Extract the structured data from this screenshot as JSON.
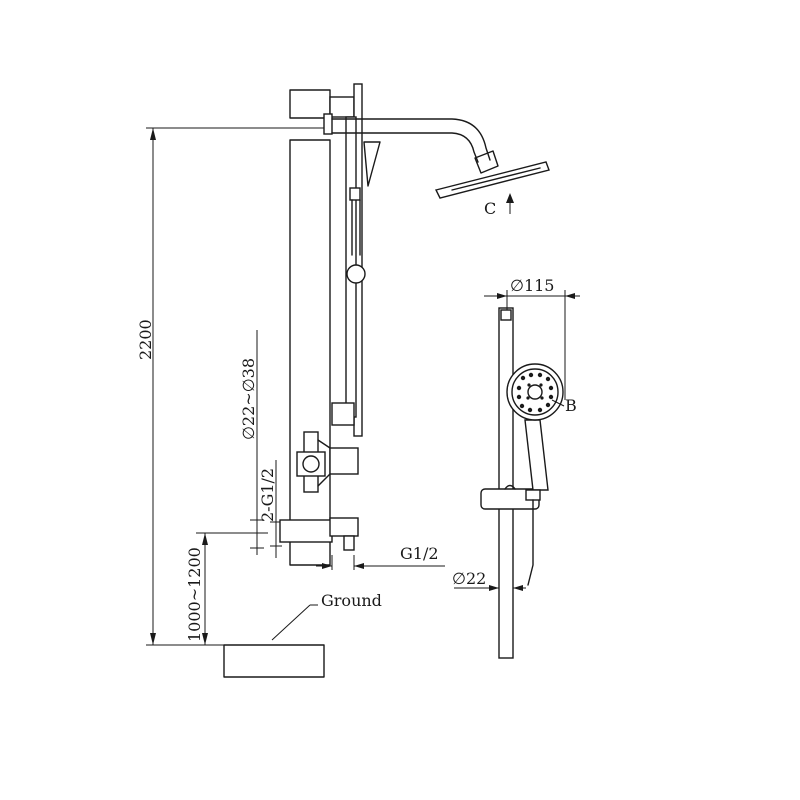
{
  "dimensions": {
    "total_height": "2200",
    "install_height": "1000~1200",
    "pipe_diameter_range": "∅22~∅38",
    "inlet_thread_spec": "2-G1/2",
    "outlet_thread": "G1/2",
    "handshower_diameter": "∅115",
    "rail_diameter": "∅22"
  },
  "labels": {
    "ground": "Ground",
    "overhead_direction": "C",
    "handshower_mark": "B"
  }
}
